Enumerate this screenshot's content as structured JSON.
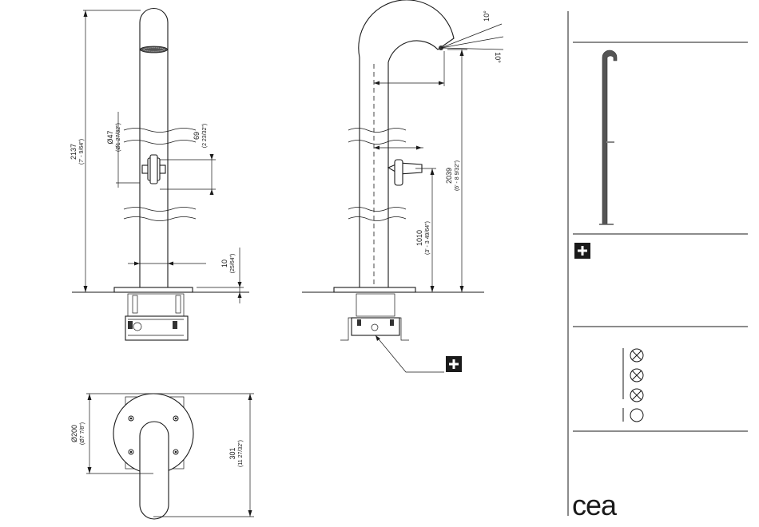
{
  "front_view": {
    "height_dim": "2137",
    "height_dim_in": "(7' - 9/64\")",
    "diameter_dim": "Ø47",
    "diameter_dim_in": "(Ø1 27/32\")",
    "handle_dim": "69",
    "handle_dim_in": "(2 23/32\")",
    "base_dim": "10",
    "base_dim_in": "(25/64\")"
  },
  "side_view": {
    "angle_top": "10°",
    "angle_bottom": "10°",
    "height_dim": "2039",
    "height_dim_in": "(6' - 8 9/32\")",
    "handle_height_dim": "1010",
    "handle_height_dim_in": "(3' - 3 49/64\")"
  },
  "plan_view": {
    "diameter_dim": "Ø200",
    "diameter_dim_in": "(Ø7 7/8\")",
    "length_dim": "301",
    "length_dim_in": "(11 27/32\")"
  },
  "legend": {
    "symbols": [
      "cross-circle",
      "cross-circle",
      "cross-circle",
      "empty-circle"
    ]
  },
  "brand": {
    "logo_text": "cea"
  },
  "colors": {
    "ink": "#1a1a1a",
    "accent": "#1a1a1a",
    "background": "#ffffff"
  }
}
